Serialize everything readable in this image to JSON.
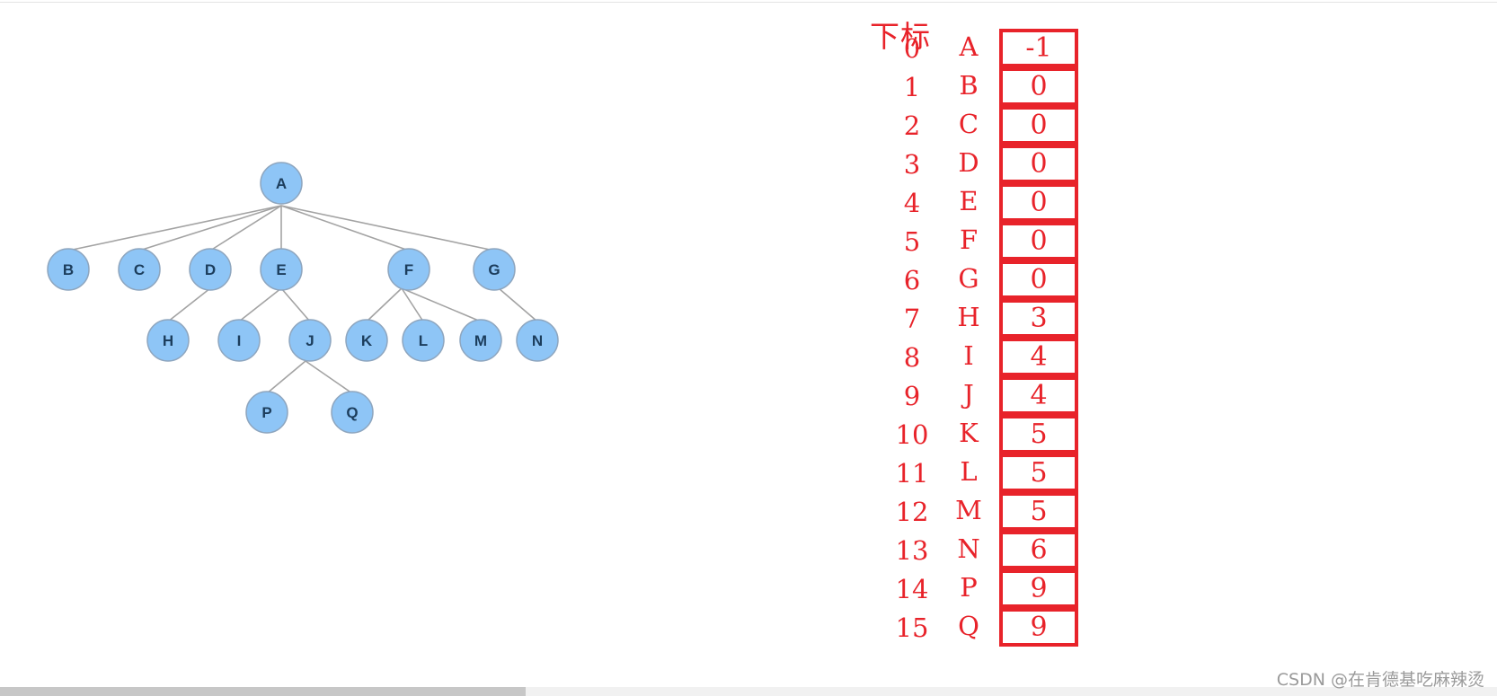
{
  "tree": {
    "nodes": [
      "A",
      "B",
      "C",
      "D",
      "E",
      "F",
      "G",
      "H",
      "I",
      "J",
      "K",
      "L",
      "M",
      "N",
      "P",
      "Q"
    ],
    "edges": [
      [
        "A",
        "B"
      ],
      [
        "A",
        "C"
      ],
      [
        "A",
        "D"
      ],
      [
        "A",
        "E"
      ],
      [
        "A",
        "F"
      ],
      [
        "A",
        "G"
      ],
      [
        "D",
        "H"
      ],
      [
        "E",
        "I"
      ],
      [
        "E",
        "J"
      ],
      [
        "F",
        "K"
      ],
      [
        "F",
        "L"
      ],
      [
        "F",
        "M"
      ],
      [
        "G",
        "N"
      ],
      [
        "J",
        "P"
      ],
      [
        "J",
        "Q"
      ]
    ],
    "colors": {
      "node_fill": "#8ec5f6",
      "node_stroke": "#8ea6bf",
      "edge": "#a3a3a3",
      "label": "#1c3d5c"
    }
  },
  "table": {
    "header": "下标",
    "accent_color": "#e8232a",
    "rows": [
      {
        "index": "0",
        "letter": "A",
        "parent": "-1"
      },
      {
        "index": "1",
        "letter": "B",
        "parent": "0"
      },
      {
        "index": "2",
        "letter": "C",
        "parent": "0"
      },
      {
        "index": "3",
        "letter": "D",
        "parent": "0"
      },
      {
        "index": "4",
        "letter": "E",
        "parent": "0"
      },
      {
        "index": "5",
        "letter": "F",
        "parent": "0"
      },
      {
        "index": "6",
        "letter": "G",
        "parent": "0"
      },
      {
        "index": "7",
        "letter": "H",
        "parent": "3"
      },
      {
        "index": "8",
        "letter": "I",
        "parent": "4"
      },
      {
        "index": "9",
        "letter": "J",
        "parent": "4"
      },
      {
        "index": "10",
        "letter": "K",
        "parent": "5"
      },
      {
        "index": "11",
        "letter": "L",
        "parent": "5"
      },
      {
        "index": "12",
        "letter": "M",
        "parent": "5"
      },
      {
        "index": "13",
        "letter": "N",
        "parent": "6"
      },
      {
        "index": "14",
        "letter": "P",
        "parent": "9"
      },
      {
        "index": "15",
        "letter": "Q",
        "parent": "9"
      }
    ]
  },
  "watermark": "CSDN @在肯德基吃麻辣烫"
}
